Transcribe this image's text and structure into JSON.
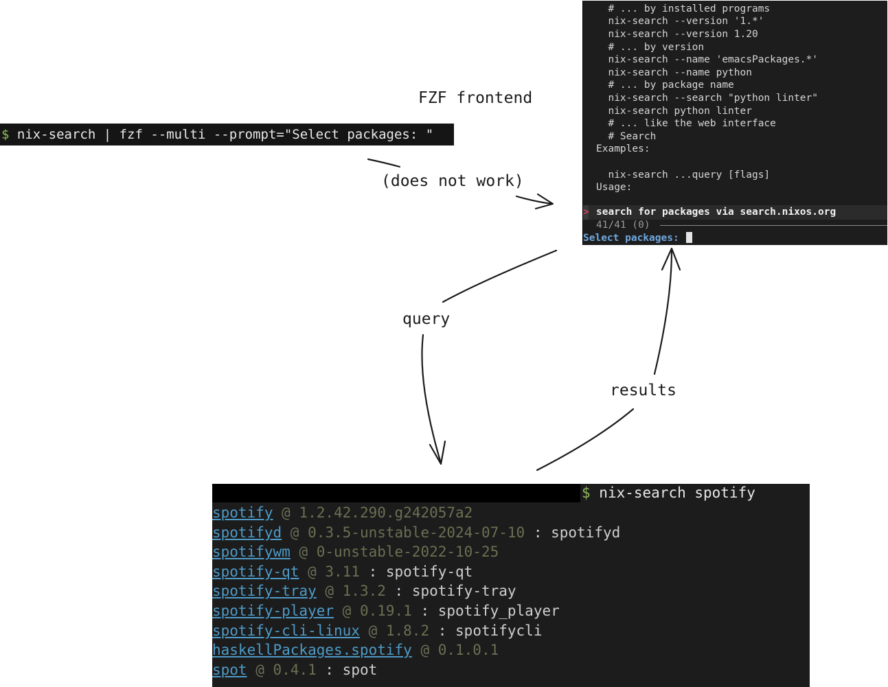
{
  "cmd_bar": {
    "prompt": "$",
    "command": " nix-search | fzf --multi --prompt=\"Select packages: \""
  },
  "labels": {
    "fzf_frontend": "FZF frontend",
    "does_not_work": "(does not work)",
    "query": "query",
    "results": "results"
  },
  "fzf": {
    "lines": [
      "  # ... by installed programs",
      "  nix-search --version '1.*'",
      "  nix-search --version 1.20",
      "  # ... by version",
      "  nix-search --name 'emacsPackages.*'",
      "  nix-search --name python",
      "  # ... by package name",
      "  nix-search --search \"python linter\"",
      "  nix-search python linter",
      "  # ... like the web interface",
      "  # Search",
      "Examples:",
      "",
      "  nix-search ...query [flags]",
      "Usage:"
    ],
    "pointer": ">",
    "selected": "search for packages via search.nixos.org",
    "counter": "41/41 (0)",
    "prompt": "Select packages: "
  },
  "results_term": {
    "prompt": "$",
    "command": " nix-search spotify",
    "rows": [
      {
        "pkg": "spotify",
        "version": "1.2.42.290.g242057a2",
        "desc": ""
      },
      {
        "pkg": "spotifyd",
        "version": "0.3.5-unstable-2024-07-10",
        "desc": "spotifyd"
      },
      {
        "pkg": "spotifywm",
        "version": "0-unstable-2022-10-25",
        "desc": ""
      },
      {
        "pkg": "spotify-qt",
        "version": "3.11",
        "desc": "spotify-qt"
      },
      {
        "pkg": "spotify-tray",
        "version": "1.3.2",
        "desc": "spotify-tray"
      },
      {
        "pkg": "spotify-player",
        "version": "0.19.1",
        "desc": "spotify_player"
      },
      {
        "pkg": "spotify-cli-linux",
        "version": "1.8.2",
        "desc": "spotifycli"
      },
      {
        "pkg": "haskellPackages.spotify",
        "version": "0.1.0.1",
        "desc": ""
      },
      {
        "pkg": "spot",
        "version": "0.4.1",
        "desc": "spot"
      }
    ]
  }
}
